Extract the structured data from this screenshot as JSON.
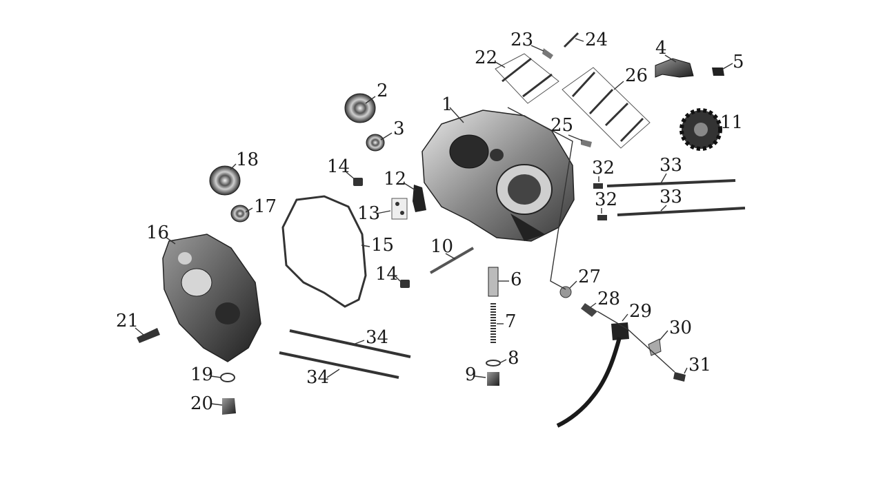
{
  "diagram": {
    "labels": [
      "1",
      "2",
      "3",
      "4",
      "5",
      "6",
      "7",
      "8",
      "9",
      "10",
      "11",
      "12",
      "13",
      "14",
      "14",
      "15",
      "16",
      "17",
      "18",
      "19",
      "20",
      "21",
      "22",
      "23",
      "24",
      "25",
      "26",
      "27",
      "28",
      "29",
      "30",
      "31",
      "32",
      "32",
      "33",
      "33",
      "34",
      "34"
    ]
  }
}
